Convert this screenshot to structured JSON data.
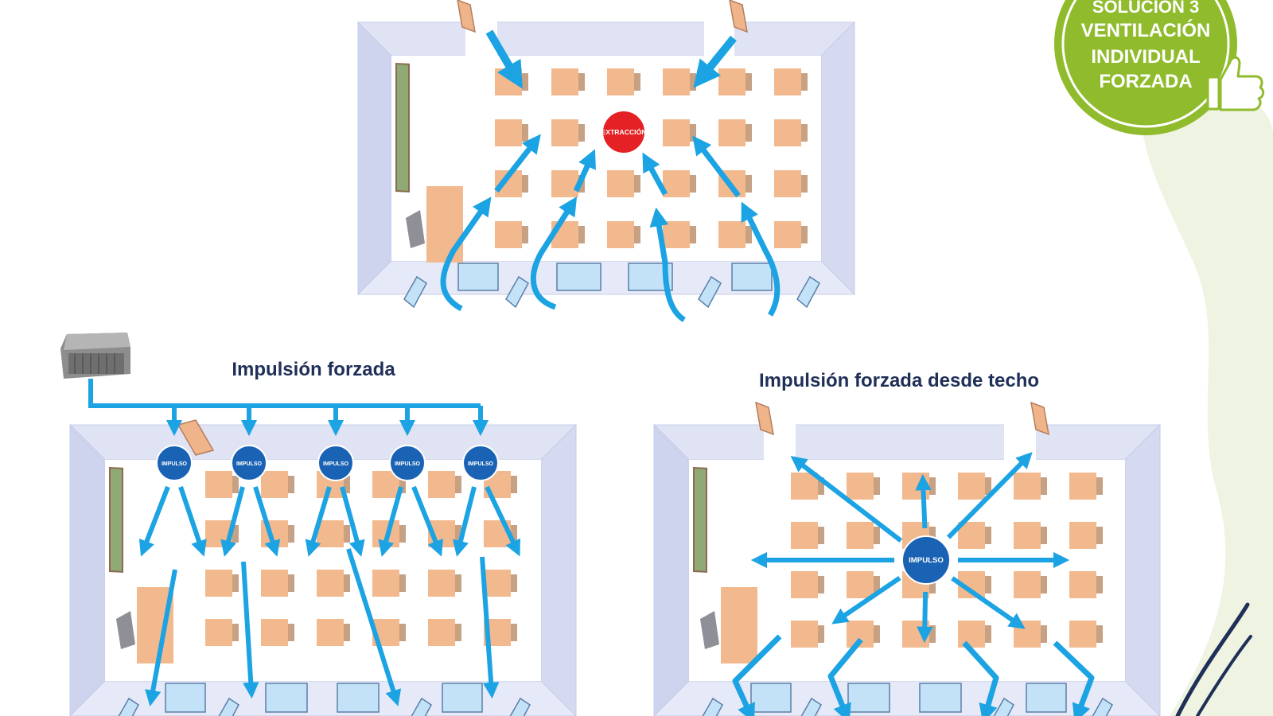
{
  "badge": {
    "line1": "SOLUCIÓN 3",
    "line2": "VENTILACIÓN",
    "line3": "INDIVIDUAL",
    "line4": "FORZADA",
    "icon": "thumbs-up-icon"
  },
  "diagrams": {
    "top": {
      "center_label": "EXTRACCIÓN"
    },
    "bottom_left": {
      "title": "Impulsión forzada",
      "unit_label": "IMPULSO"
    },
    "bottom_right": {
      "title": "Impulsión forzada desde techo",
      "unit_label": "IMPULSO"
    }
  },
  "colors": {
    "wall": "#dfe3f3",
    "wall_edge": "#c7ccea",
    "desk": "#f1b98d",
    "chair": "#c6a184",
    "arrow": "#1ba3e3",
    "badge_green": "#8fbb2c",
    "impulso_blue": "#1a62b3",
    "extraccion_red": "#e42124",
    "board": "#8faa74",
    "title_text": "#1f2f57",
    "window": "#c4e2f7"
  }
}
